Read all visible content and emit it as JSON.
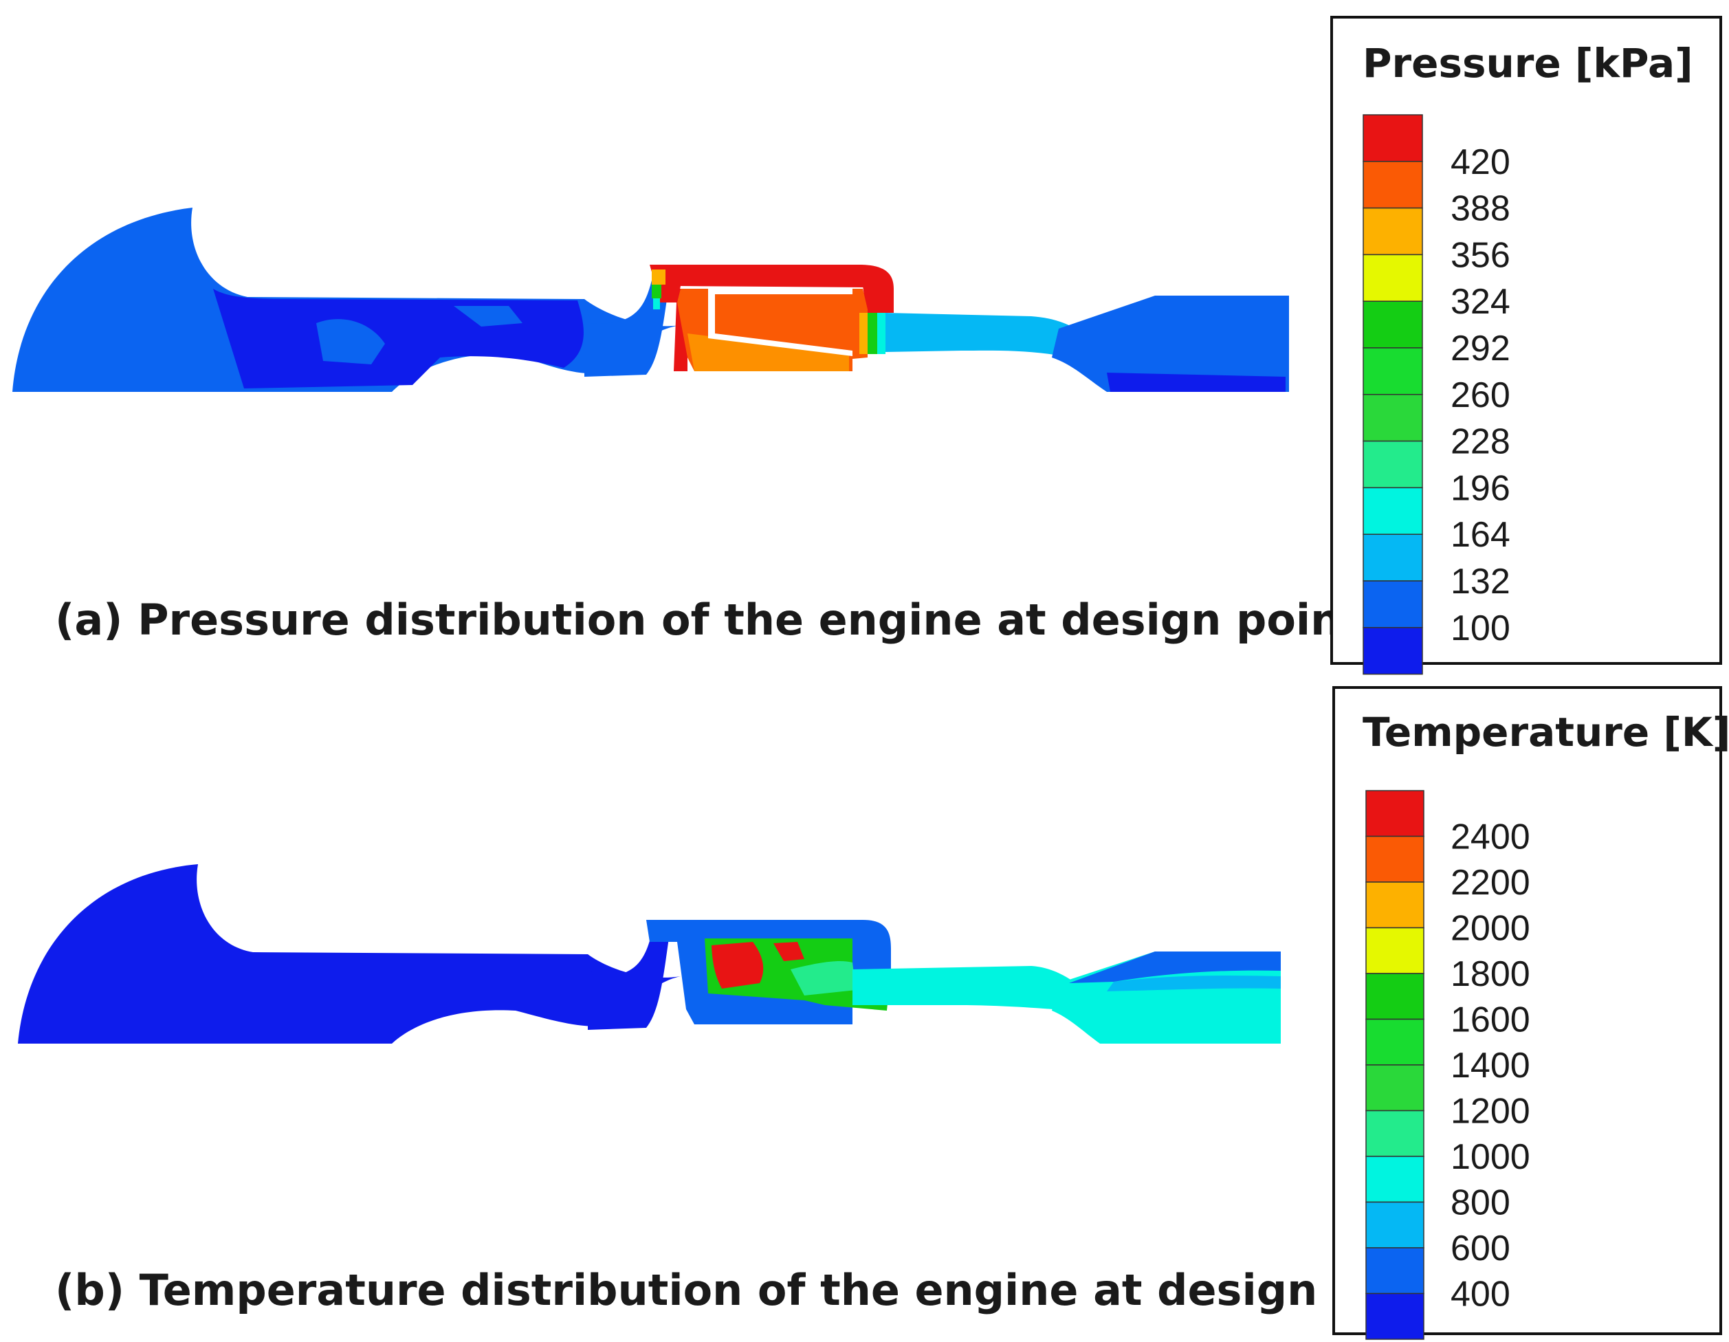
{
  "panels": [
    {
      "id": "a",
      "caption": "(a) Pressure distribution of the engine at design point.",
      "legend": {
        "title": "Pressure [kPa]",
        "labels": [
          "420",
          "388",
          "356",
          "324",
          "292",
          "260",
          "228",
          "196",
          "164",
          "132",
          "100"
        ],
        "colors": [
          "#e81414",
          "#fa5a05",
          "#fdb100",
          "#e5f800",
          "#14cd14",
          "#18dc30",
          "#2ad83a",
          "#23eb8c",
          "#00f4e0",
          "#05b8f4",
          "#0b64f1",
          "#0e1cec"
        ]
      },
      "field_colors": {
        "background_flow": "#0b64f1",
        "cold_region": "#0e1cec",
        "casing": "#e81414",
        "combustor": "#fa5a05",
        "combustor_lower": "#fd9000",
        "turbine_exit": "#05b8f4",
        "gradient_1": "#fdb100",
        "gradient_2": "#14cd14",
        "gradient_3": "#00f4e0"
      }
    },
    {
      "id": "b",
      "caption": "(b) Temperature distribution of the engine at design point.",
      "legend": {
        "title": "Temperature [K]",
        "labels": [
          "2400",
          "2200",
          "2000",
          "1800",
          "1600",
          "1400",
          "1200",
          "1000",
          "800",
          "600",
          "400"
        ],
        "colors": [
          "#e81414",
          "#fa5a05",
          "#fdb100",
          "#e5f800",
          "#14cd14",
          "#18dc30",
          "#2ad83a",
          "#23eb8c",
          "#00f4e0",
          "#05b8f4",
          "#0b64f1",
          "#0e1cec"
        ]
      },
      "field_colors": {
        "background_flow": "#0e1cec",
        "casing": "#0b64f1",
        "hot_core": "#e81414",
        "hot_ring": "#14cd14",
        "mixing": "#23eb8c",
        "exhaust": "#00f4e0",
        "nozzle_wall": "#0b64f1",
        "nozzle_edge": "#05b8f4"
      }
    }
  ]
}
